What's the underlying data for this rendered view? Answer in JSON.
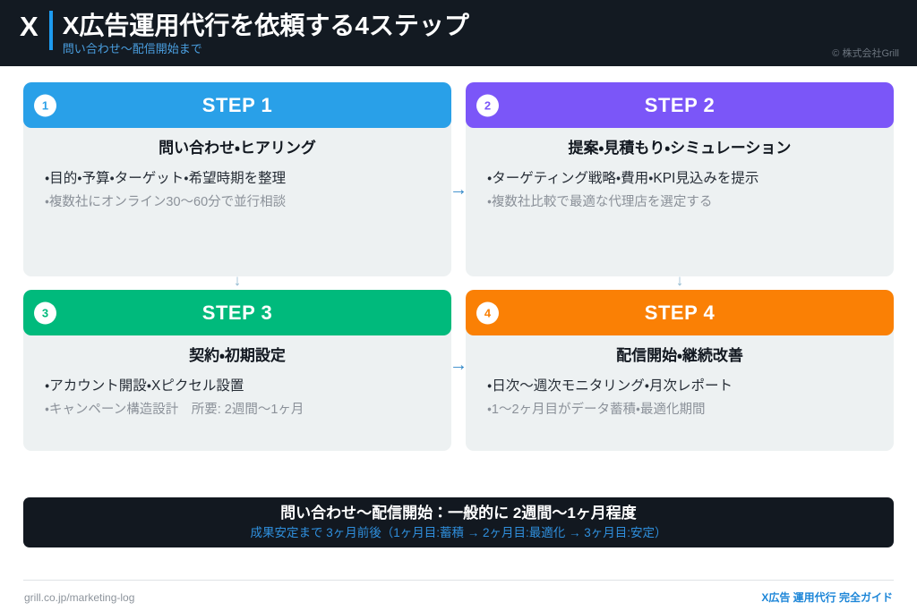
{
  "header": {
    "logo_text": "X",
    "title": "X広告運用代行を依頼する4ステップ",
    "subtitle": "問い合わせ〜配信開始まで",
    "copyright": "© 株式会社Grill",
    "bg_color": "#131A22",
    "accent_color": "#1D9BF0"
  },
  "steps": [
    {
      "badge": "1",
      "label": "STEP 1",
      "color": "#29A0E8",
      "heading": "問い合わせ・ヒアリング",
      "bullets": [
        "・目的・予算・ターゲット・希望時期を整理",
        "・複数社にオンライン30〜60分で並行相談"
      ]
    },
    {
      "badge": "2",
      "label": "STEP 2",
      "color": "#7B56F8",
      "heading": "提案・見積もり・シミュレーション",
      "bullets": [
        "・ターゲティング戦略・費用・KPI見込みを提示",
        "・複数社比較で最適な代理店を選定する"
      ]
    },
    {
      "badge": "3",
      "label": "STEP 3",
      "color": "#00BA7C",
      "heading": "契約・初期設定",
      "bullets": [
        "・アカウント開設・Xピクセル設置",
        "・キャンペーン構造設計　所要: 2週間〜1ヶ月"
      ]
    },
    {
      "badge": "4",
      "label": "STEP 4",
      "color": "#FA8005",
      "heading": "配信開始・継続改善",
      "bullets": [
        "・日次〜週次モニタリング・月次レポート",
        "・1〜2ヶ月目がデータ蓄積・最適化期間"
      ]
    }
  ],
  "connectors": {
    "horizontal_glyph": "→",
    "vertical_glyph": "↓",
    "horizontal_color": "#2F87C8",
    "vertical_color": "#8FB8CF"
  },
  "banner": {
    "main": "問い合わせ〜配信開始：一般的に 2週間〜1ヶ月程度",
    "sub": "成果安定まで 3ヶ月前後（1ヶ月目:蓄積 → 2ヶ月目:最適化 → 3ヶ月目:安定）",
    "bg_color": "#121820",
    "sub_color": "#2F8FDD"
  },
  "footer": {
    "left": "grill.co.jp/marketing-log",
    "right": "X広告 運用代行 完全ガイド",
    "right_color": "#1D86D8"
  }
}
